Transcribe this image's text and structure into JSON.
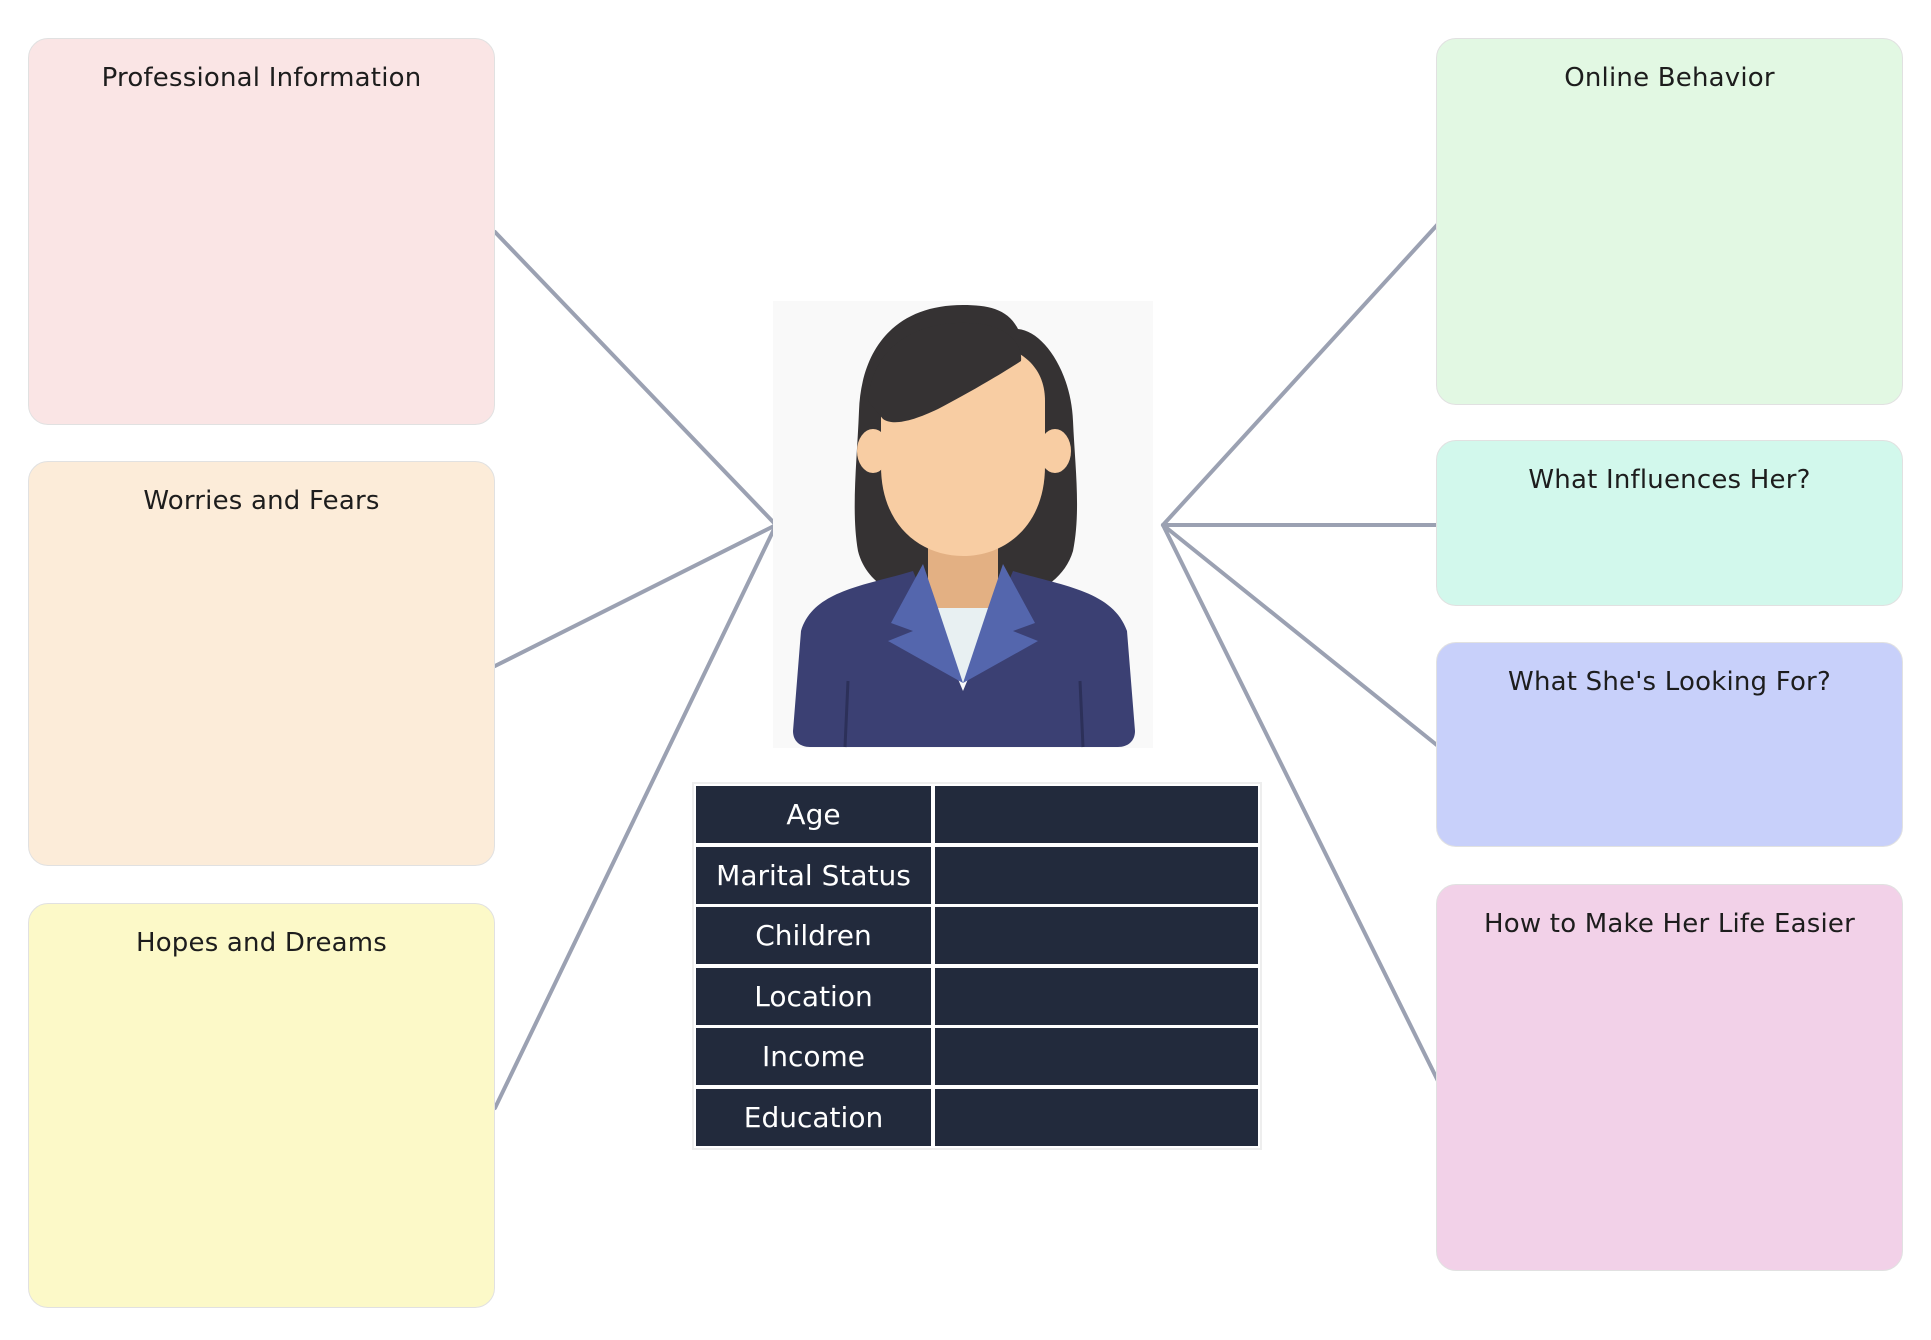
{
  "colors": {
    "connector": "#9ba1b2",
    "table_cell": "#222a3c",
    "hair": "#353233",
    "skin": "#f8cda3",
    "jacket": "#3b4073",
    "lapel": "#5466ad"
  },
  "avatar": {
    "icon": "businesswoman-avatar-icon"
  },
  "cards": [
    {
      "id": "professional-information",
      "title": "Professional Information",
      "color": "#fae5e5"
    },
    {
      "id": "worries-and-fears",
      "title": "Worries and Fears",
      "color": "#fcecd9"
    },
    {
      "id": "hopes-and-dreams",
      "title": "Hopes and Dreams",
      "color": "#fcf9c8"
    },
    {
      "id": "online-behavior",
      "title": "Online Behavior",
      "color": "#e2f8e3"
    },
    {
      "id": "what-influences-her",
      "title": "What Influences Her?",
      "color": "#d2f8ec"
    },
    {
      "id": "what-shes-looking-for",
      "title": "What She's Looking For?",
      "color": "#c8d0fa"
    },
    {
      "id": "how-to-make-her-life-easier",
      "title": "How to Make Her Life Easier",
      "color": "#f2d1e8"
    }
  ],
  "profile_table": {
    "rows": [
      {
        "label": "Age",
        "value": ""
      },
      {
        "label": "Marital Status",
        "value": ""
      },
      {
        "label": "Children",
        "value": ""
      },
      {
        "label": "Location",
        "value": ""
      },
      {
        "label": "Income",
        "value": ""
      },
      {
        "label": "Education",
        "value": ""
      }
    ]
  }
}
